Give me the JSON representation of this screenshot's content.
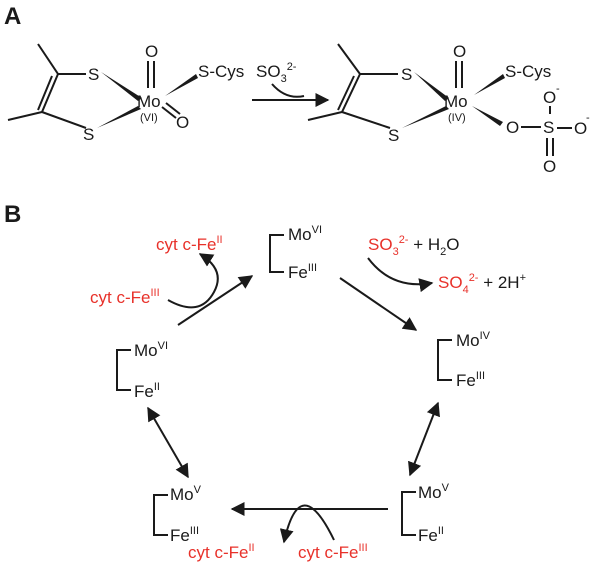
{
  "panels": {
    "a": "A",
    "b": "B"
  },
  "scheme_a": {
    "metal": "Mo",
    "ox_before": "(VI)",
    "ox_after": "(IV)",
    "oxo": "O",
    "thiolate": "S",
    "cys": "S-Cys",
    "substrate_base": "SO",
    "substrate_sub": "3",
    "substrate_sup": "2-",
    "product_o": "O",
    "product_s": "S",
    "minus": "-"
  },
  "scheme_b": {
    "mo": "Mo",
    "fe": "Fe",
    "state_top": {
      "mo": "VI",
      "fe": "III"
    },
    "state_right": {
      "mo": "IV",
      "fe": "III"
    },
    "state_bottom_right": {
      "mo": "V",
      "fe": "II"
    },
    "state_bottom_left": {
      "mo": "V",
      "fe": "III"
    },
    "state_left": {
      "mo": "VI",
      "fe": "II"
    },
    "sulfite_base": "SO",
    "sulfite_sub": "3",
    "sulfite_sup": "2-",
    "water": " + H",
    "water_sub": "2",
    "water_end": "O",
    "sulfate_base": "SO",
    "sulfate_sub": "4",
    "sulfate_sup": "2-",
    "protons": " + 2H",
    "protons_sup": "+",
    "cytc_base": "cyt c-Fe",
    "cytc_ox": "III",
    "cytc_red": "II"
  },
  "colors": {
    "highlight": "#e8312a",
    "ink": "#1a1a1a"
  }
}
